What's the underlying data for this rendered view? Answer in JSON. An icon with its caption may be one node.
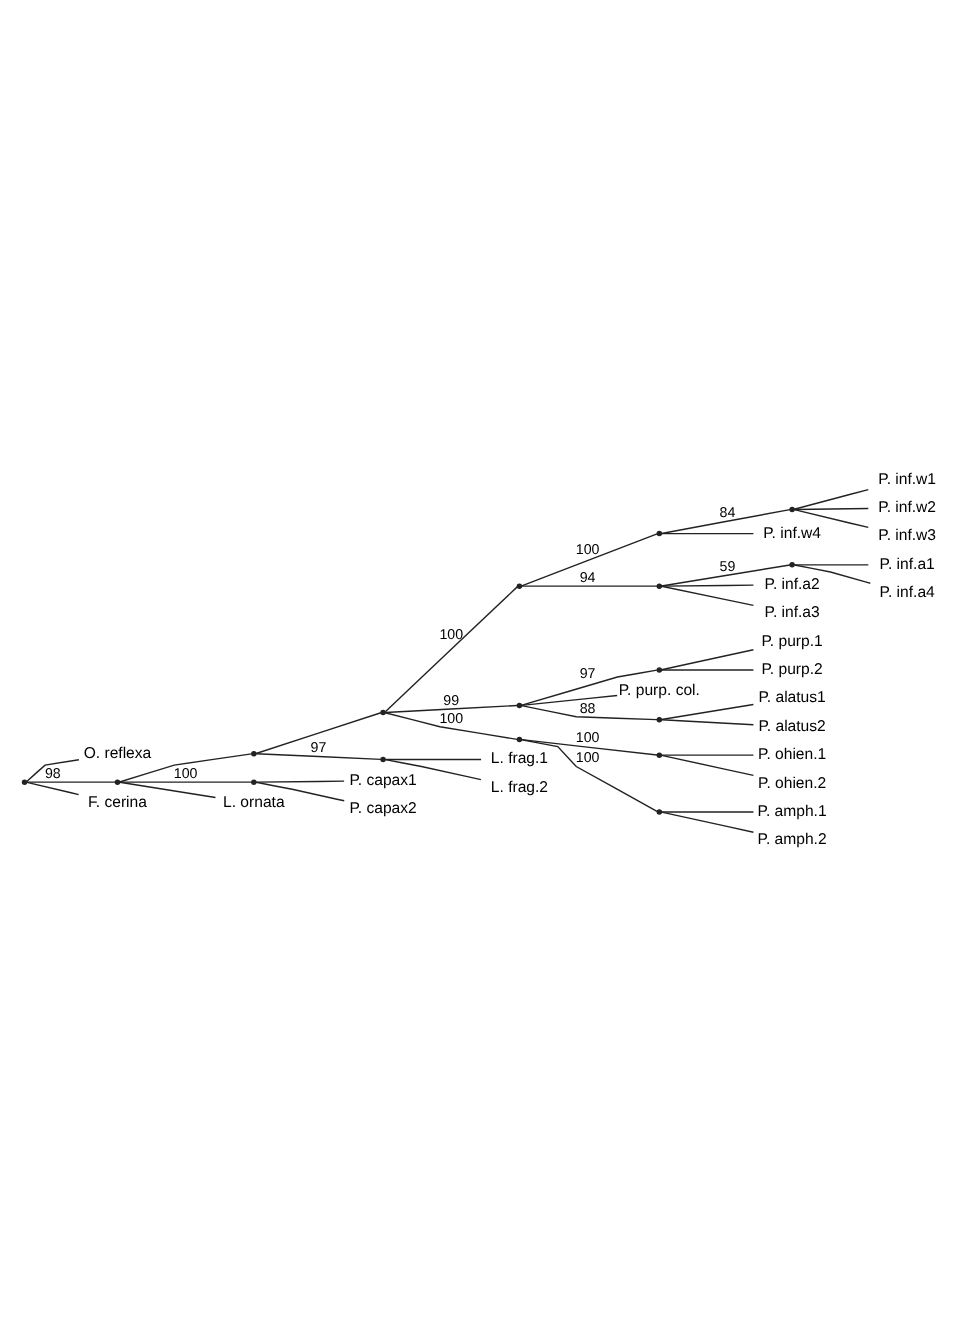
{
  "diagram": {
    "nodes": [
      {
        "text": [],
        "shape": "point"
      },
      {
        "text": [
          "O. reflexa"
        ]
      },
      {
        "text": [],
        "shape": "point"
      },
      {
        "text": [],
        "shape": "point"
      },
      {
        "text": [],
        "shape": "point"
      },
      {
        "text": [],
        "shape": "point"
      },
      {
        "text": [],
        "shape": "point"
      },
      {
        "text": [],
        "shape": "point"
      },
      {
        "text": [
          "P. inf.w1"
        ]
      },
      {
        "text": [
          "P. inf.w2"
        ]
      },
      {
        "text": [
          "P. inf.w3"
        ]
      },
      {
        "text": [
          "P. inf.w4"
        ]
      },
      {
        "text": [],
        "shape": "point"
      },
      {
        "text": [],
        "shape": "point"
      },
      {
        "text": [
          "P. inf.a1"
        ]
      },
      {
        "text": [
          "P. inf.a4"
        ]
      },
      {
        "text": [
          "P. inf.a2"
        ]
      },
      {
        "text": [
          "P. inf.a3"
        ]
      },
      {
        "text": [],
        "shape": "point"
      },
      {
        "text": [],
        "shape": "point"
      },
      {
        "text": [
          "P. purp.1"
        ]
      },
      {
        "text": [
          "P. purp.2"
        ]
      },
      {
        "text": [
          "P. purp. col."
        ]
      },
      {
        "text": [],
        "shape": "point"
      },
      {
        "text": [
          "P. alatus1"
        ]
      },
      {
        "text": [
          "P. alatus2"
        ]
      },
      {
        "text": [],
        "shape": "point"
      },
      {
        "text": [],
        "shape": "point"
      },
      {
        "text": [
          "P. ohien.1"
        ]
      },
      {
        "text": [
          "P. ohien.2"
        ]
      },
      {
        "text": [],
        "shape": "point"
      },
      {
        "text": [
          "P. amph.1"
        ]
      },
      {
        "text": [
          "P. amph.2"
        ]
      },
      {
        "text": [],
        "shape": "point"
      },
      {
        "text": [
          "L. frag.1"
        ]
      },
      {
        "text": [
          "L. frag.2"
        ]
      },
      {
        "text": [],
        "shape": "point"
      },
      {
        "text": [
          "P. capax1"
        ]
      },
      {
        "text": [
          "P. capax2"
        ]
      },
      {
        "text": [
          "L. ornata"
        ]
      },
      {
        "text": [
          "F. cerina"
        ]
      }
    ],
    "edges": [
      {
        "from": 0,
        "to": 1,
        "arrow": "none"
      },
      {
        "from": 0,
        "to": 2,
        "arrow": "none",
        "label": "98"
      },
      {
        "from": 0,
        "to": 40,
        "arrow": "none"
      },
      {
        "from": 2,
        "to": 3,
        "arrow": "none"
      },
      {
        "from": 2,
        "to": 36,
        "arrow": "none",
        "label": "100"
      },
      {
        "from": 2,
        "to": 39,
        "arrow": "none"
      },
      {
        "from": 3,
        "to": 4,
        "arrow": "none"
      },
      {
        "from": 3,
        "to": 33,
        "arrow": "none",
        "label": "97"
      },
      {
        "from": 4,
        "to": 5,
        "arrow": "none",
        "label": "100"
      },
      {
        "from": 4,
        "to": 18,
        "arrow": "none",
        "label": "99"
      },
      {
        "from": 4,
        "to": 26,
        "arrow": "none",
        "label": "100"
      },
      {
        "from": 5,
        "to": 6,
        "arrow": "none",
        "label": "100"
      },
      {
        "from": 5,
        "to": 12,
        "arrow": "none",
        "label": "94"
      },
      {
        "from": 6,
        "to": 7,
        "arrow": "none",
        "label": "84"
      },
      {
        "from": 6,
        "to": 11,
        "arrow": "none"
      },
      {
        "from": 7,
        "to": 8,
        "arrow": "none"
      },
      {
        "from": 7,
        "to": 9,
        "arrow": "none"
      },
      {
        "from": 7,
        "to": 10,
        "arrow": "none"
      },
      {
        "from": 12,
        "to": 13,
        "arrow": "none",
        "label": "59"
      },
      {
        "from": 12,
        "to": 16,
        "arrow": "none"
      },
      {
        "from": 12,
        "to": 17,
        "arrow": "none"
      },
      {
        "from": 13,
        "to": 14,
        "arrow": "none"
      },
      {
        "from": 13,
        "to": 15,
        "arrow": "none"
      },
      {
        "from": 18,
        "to": 19,
        "arrow": "none",
        "label": "97"
      },
      {
        "from": 18,
        "to": 22,
        "arrow": "none"
      },
      {
        "from": 18,
        "to": 23,
        "arrow": "none",
        "label": "88"
      },
      {
        "from": 19,
        "to": 20,
        "arrow": "none"
      },
      {
        "from": 19,
        "to": 21,
        "arrow": "none"
      },
      {
        "from": 23,
        "to": 24,
        "arrow": "none"
      },
      {
        "from": 23,
        "to": 25,
        "arrow": "none"
      },
      {
        "from": 26,
        "to": 27,
        "arrow": "none",
        "label": "100"
      },
      {
        "from": 26,
        "to": 30,
        "arrow": "none",
        "label": "100"
      },
      {
        "from": 27,
        "to": 28,
        "arrow": "none"
      },
      {
        "from": 27,
        "to": 29,
        "arrow": "none"
      },
      {
        "from": 30,
        "to": 31,
        "arrow": "none"
      },
      {
        "from": 30,
        "to": 32,
        "arrow": "none"
      },
      {
        "from": 33,
        "to": 34,
        "arrow": "none"
      },
      {
        "from": 33,
        "to": 35,
        "arrow": "none"
      },
      {
        "from": 36,
        "to": 37,
        "arrow": "none"
      },
      {
        "from": 36,
        "to": 38,
        "arrow": "none"
      }
    ]
  }
}
